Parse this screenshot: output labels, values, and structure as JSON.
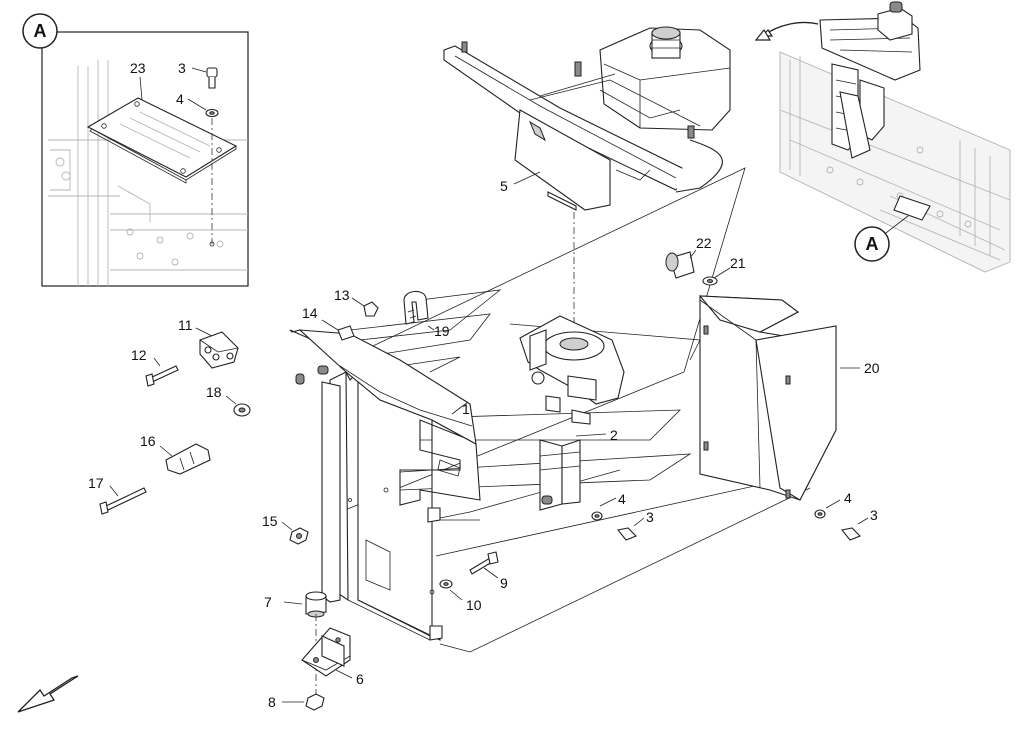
{
  "detail_labels": {
    "inset": "A",
    "callout": "A"
  },
  "inset": {
    "part_labels": {
      "p23": "23",
      "p3": "3",
      "p4": "4"
    }
  },
  "main": {
    "part_labels": {
      "p1": "1",
      "p2": "2",
      "p3a": "3",
      "p3b": "3",
      "p4a": "4",
      "p4b": "4",
      "p5": "5",
      "p6": "6",
      "p7": "7",
      "p8": "8",
      "p9": "9",
      "p10": "10",
      "p11": "11",
      "p12": "12",
      "p13": "13",
      "p14": "14",
      "p15": "15",
      "p16": "16",
      "p17": "17",
      "p18": "18",
      "p19": "19",
      "p20": "20",
      "p21": "21",
      "p22": "22"
    }
  },
  "colors": {
    "line": "#222222",
    "ghost": "#b5b5b5",
    "shade": "#cfcfcf",
    "background": "#ffffff"
  },
  "icons": [
    "front-direction-arrow-icon",
    "rotate-view-arrow-icon"
  ]
}
